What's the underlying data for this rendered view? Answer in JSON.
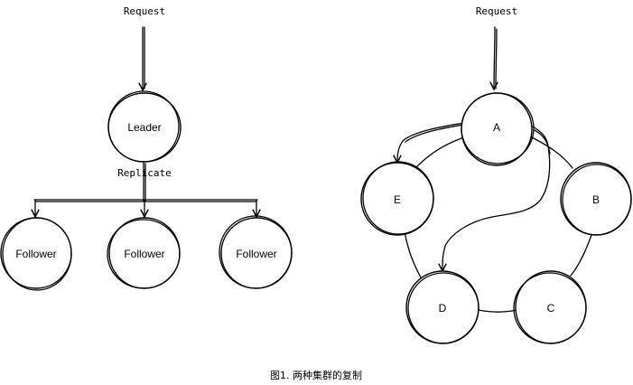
{
  "left_cluster": {
    "request_label": "Request",
    "leader_label": "Leader",
    "replicate_label": "Replicate",
    "followers": [
      "Follower",
      "Follower",
      "Follower"
    ]
  },
  "right_cluster": {
    "request_label": "Request",
    "nodes": [
      "A",
      "B",
      "C",
      "D",
      "E"
    ]
  },
  "caption": "图1. 两种集群的复制"
}
